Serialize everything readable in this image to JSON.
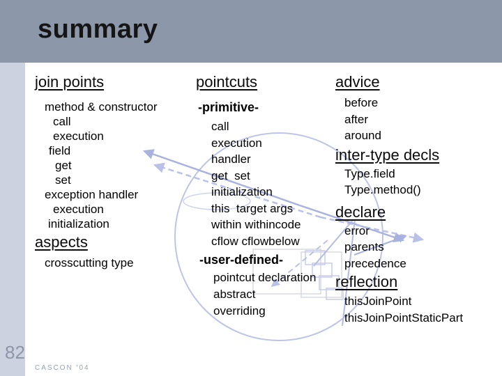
{
  "slide": {
    "title": "summary",
    "page_number": "82",
    "footer": "CASCON '04"
  },
  "colors": {
    "header_bg": "#8d97aa",
    "sidebar_bg": "#ccd2e0",
    "content_bg": "#ffffff",
    "text": "#000000",
    "watermark_line": "#a9b2de",
    "watermark_dash": "#b9c1e6",
    "watermark_rect": "#d8d8e2",
    "footer_text": "#9aa2b0"
  },
  "sections": {
    "join_points": {
      "heading": "join points",
      "items": [
        "method & constructor",
        "call",
        "execution",
        "field",
        "get",
        "set",
        "exception handler",
        "execution",
        "initialization"
      ]
    },
    "aspects": {
      "heading": "aspects",
      "items": [
        "crosscutting type"
      ]
    },
    "pointcuts": {
      "heading": "pointcuts",
      "groups": [
        {
          "label": "-primitive-",
          "items": [
            "call",
            "execution",
            "handler",
            "get  set",
            "initialization",
            "this  target args",
            "within withincode",
            "cflow cflowbelow"
          ]
        },
        {
          "label": "-user-defined-",
          "items": [
            "pointcut declaration",
            "abstract",
            "overriding"
          ]
        }
      ]
    },
    "advice": {
      "heading": "advice",
      "items": [
        "before",
        "after",
        "around"
      ]
    },
    "inter_type_decls": {
      "heading": "inter-type decls",
      "items": [
        "Type.field",
        "Type.method()"
      ]
    },
    "declare": {
      "heading": "declare",
      "items": [
        "error",
        "parents",
        "precedence"
      ]
    },
    "reflection": {
      "heading": "reflection",
      "items": [
        "thisJoinPoint",
        "thisJoinPointStaticPart"
      ]
    }
  }
}
